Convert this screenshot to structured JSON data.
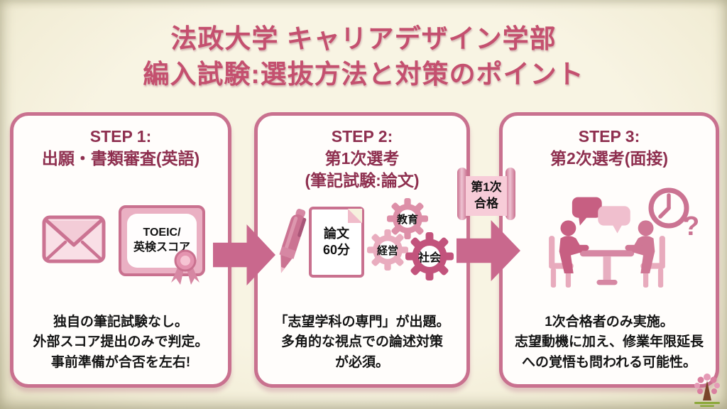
{
  "title": {
    "line1": "法政大学 キャリアデザイン学部",
    "line2": "編入試験:選抜方法と対策のポイント"
  },
  "steps": [
    {
      "title": "STEP 1:\n出願・書類審査(英語)",
      "description": "独自の筆記試験なし。\n外部スコア提出のみで判定。\n事前準備が合否を左右!",
      "certificate_label": "TOEIC/\n英検スコア"
    },
    {
      "title": "STEP 2:\n第1次選考\n(筆記試験:論文)",
      "description": "「志望学科の専門」が出題。\n多角的な視点での論述対策\nが必須。",
      "document_label": "論文\n60分",
      "gears": [
        "教育",
        "経営",
        "社会"
      ]
    },
    {
      "title": "STEP 3:\n第2次選考(面接)",
      "description": "1次合格者のみ実施。\n志望動機に加え、修業年限延長\nへの覚悟も問われる可能性。"
    }
  ],
  "pass_banner": {
    "label": "第1次\n合格"
  },
  "clock_question_mark": "?",
  "colors": {
    "background": "#f6f1de",
    "card_border": "#c9718f",
    "main_title": "#c4506f",
    "step_title": "#8e2f4f",
    "arrow": "#c9688d",
    "gear_education": "#dd8fa8",
    "gear_management": "#e9acbe",
    "gear_society": "#c2537c",
    "banner_bg": "#f7ccd8"
  }
}
